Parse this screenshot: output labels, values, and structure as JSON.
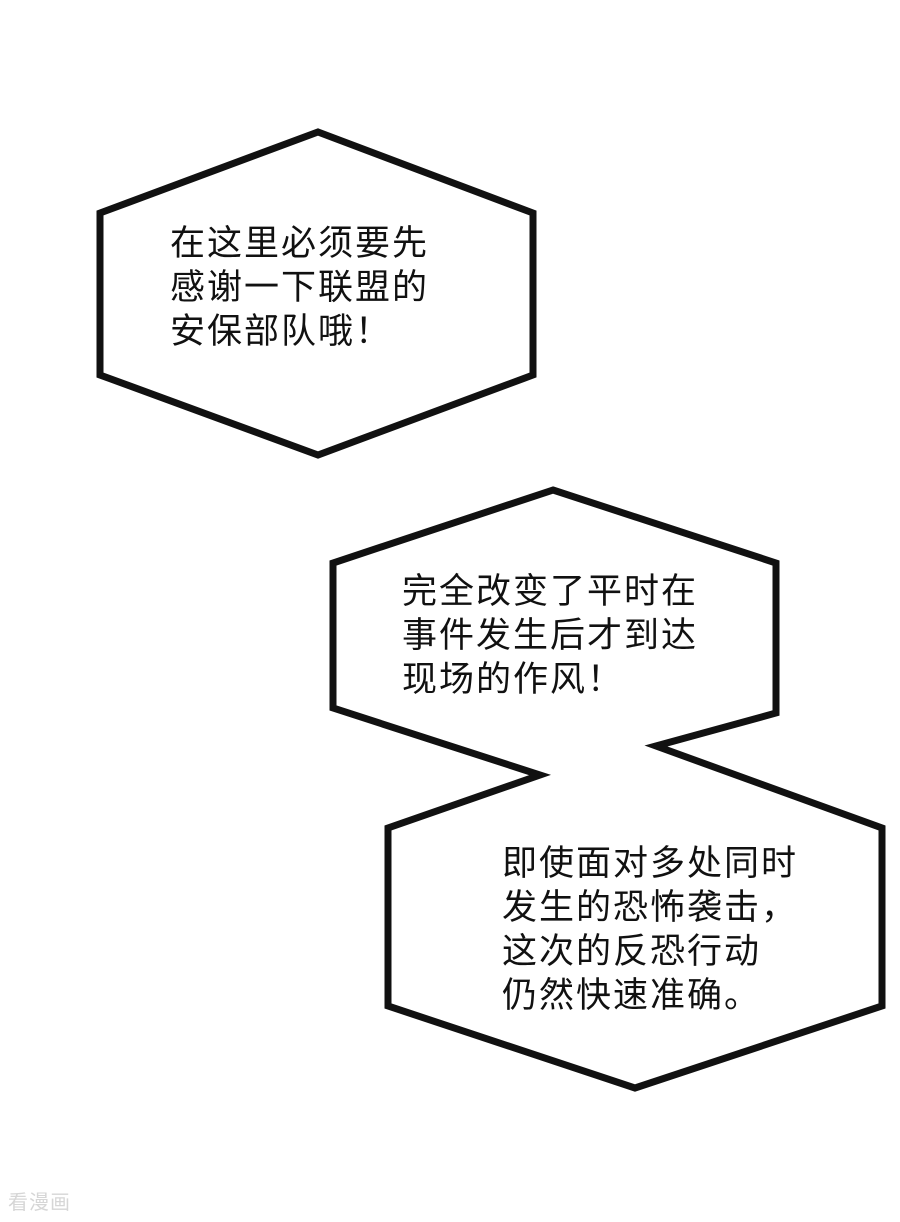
{
  "bubbles": [
    {
      "lines": [
        "在这里必须要先",
        "感谢一下联盟的",
        "安保部队哦！"
      ]
    },
    {
      "lines": [
        "完全改变了平时在",
        "事件发生后才到达",
        "现场的作风！"
      ]
    },
    {
      "lines": [
        "即使面对多处同时",
        "发生的恐怖袭击，",
        "这次的反恐行动",
        "仍然快速准确。"
      ]
    }
  ],
  "watermark": "看漫画",
  "colors": {
    "background": "#ffffff",
    "bubble_fill": "#ffffff",
    "bubble_stroke": "#111111",
    "text": "#111111",
    "watermark": "#d6d6d6"
  }
}
